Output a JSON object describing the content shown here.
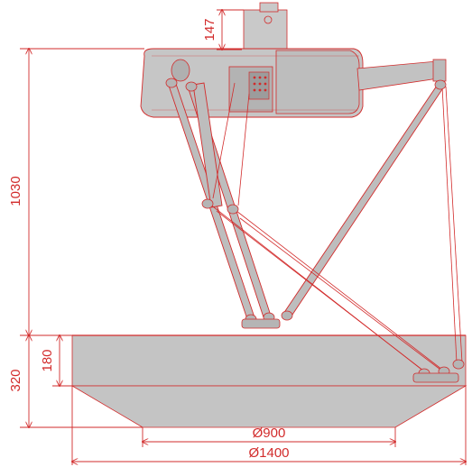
{
  "diagram": {
    "accent_color": "#d22b2b",
    "body_fill": "#c4c4c4",
    "dimensions": {
      "top_height": "147",
      "total_height": "1030",
      "plate_small": "180",
      "plate_total": "320",
      "inner_diameter": "Ø900",
      "outer_diameter": "Ø1400"
    }
  }
}
